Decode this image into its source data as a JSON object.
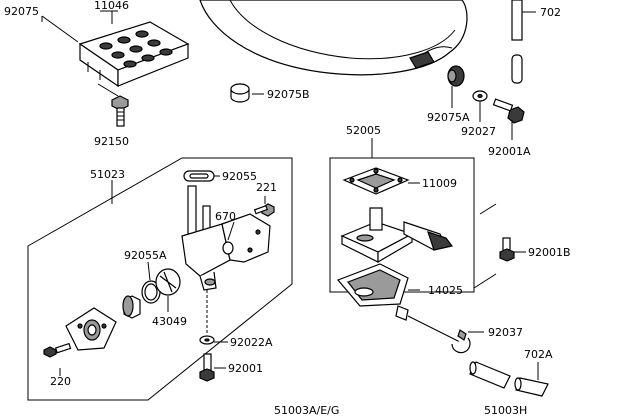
{
  "diagram": {
    "part_labels": {
      "p92075": "92075",
      "p11046": "11046",
      "p702": "702",
      "p92075B": "92075B",
      "p92150": "92150",
      "p92075A": "92075A",
      "p92027": "92027",
      "p92001A": "92001A",
      "p52005": "52005",
      "p51023": "51023",
      "p92055": "92055",
      "p221": "221",
      "p11009": "11009",
      "p670": "670",
      "p92055A": "92055A",
      "p92001B": "92001B",
      "p43049": "43049",
      "p14025": "14025",
      "p92022A": "92022A",
      "p92037": "92037",
      "p702A": "702A",
      "p220": "220",
      "p92001": "92001",
      "p51003AEG": "51003A/E/G",
      "p51003H": "51003H"
    }
  }
}
